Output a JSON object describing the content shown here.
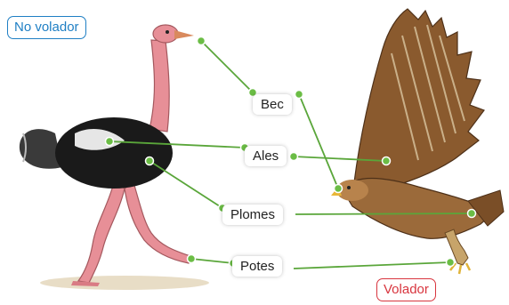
{
  "categories": {
    "non_flying": "No volador",
    "flying": "Volador"
  },
  "labels": {
    "beak": "Bec",
    "wings": "Ales",
    "feathers": "Plomes",
    "legs": "Potes"
  },
  "colors": {
    "non_flying_accent": "#1f7fc4",
    "flying_accent": "#d8353e",
    "connector": "#5aa63a",
    "ostrich_body": "#1a1a1a",
    "ostrich_skin": "#e78f97",
    "eagle_body": "#8a5a2e"
  }
}
